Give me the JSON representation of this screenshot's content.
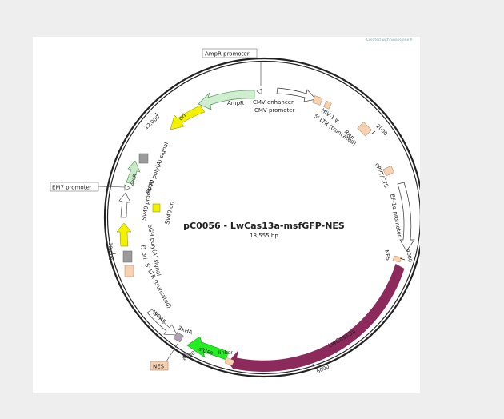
{
  "credit": "Created with SnapGene®",
  "plasmid": {
    "name": "pC0056 - LwCas13a-msfGFP-NES",
    "size": "13,555 bp"
  },
  "ticks": [
    "2000",
    "4000",
    "6000",
    "8000",
    "10,000",
    "12,000"
  ],
  "features": {
    "ampr_promoter": "AmpR promoter",
    "ampr": "AmpR",
    "cmv_enhancer": "CMV enhancer",
    "cmv_promoter": "CMV promoter",
    "hiv_psi": "HIV-1 ψ",
    "ltr_5_top": "5' LTR (truncated)",
    "rre": "RRE",
    "cppt": "cPPT/CTS",
    "ef1a": "EF-1α promoter",
    "nes_top": "NES",
    "lwcas13a": "LwCas13a",
    "linker": "linker",
    "sfgfp": "sfGFP",
    "three_xha": "3xHA",
    "nes_box": "NES",
    "wpre": "WPRE",
    "ltr_5_bottom": "5' LTR (truncated)",
    "bgh": "bGH poly(A) signal",
    "f1_ori": "f1 ori",
    "sv40_promoter": "SV40 promoter",
    "em7": "EM7 promoter",
    "zeor": "ZeoR",
    "sv40_polya": "SV40 poly(A) signal",
    "ori": "ori",
    "sv40_ori": "SV40 ori"
  },
  "colors": {
    "ampr": "#cfeecf",
    "ori": "#f2f200",
    "lwcas13a": "#8b2a5b",
    "sfgfp": "#22ee22",
    "tan": "#f7d2b2",
    "grey": "#9a9a9a",
    "zeor": "#c8eac8",
    "ring": "#222222"
  }
}
